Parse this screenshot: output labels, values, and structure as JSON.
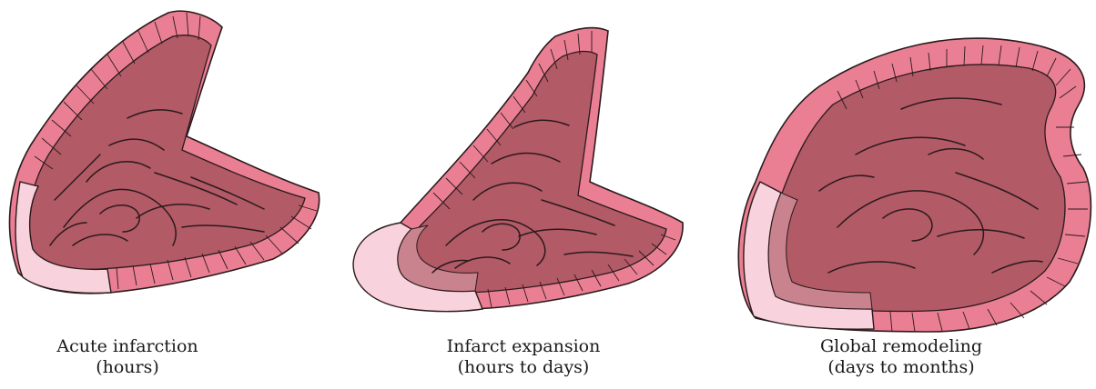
{
  "colors": {
    "wall": "#ea7f93",
    "wall_light": "#f3a9b8",
    "cavity": "#b25a66",
    "cavity_dark": "#9b4956",
    "infarct": "#f8d2dc",
    "infarct_shadow": "#c9838f",
    "outline": "#2a1a1c",
    "text": "#1a1a1a"
  },
  "panels": [
    {
      "id": "acute",
      "caption_line1": "Acute infarction",
      "caption_line2": "(hours)"
    },
    {
      "id": "expansion",
      "caption_line1": "Infarct expansion",
      "caption_line2": "(hours to days)"
    },
    {
      "id": "remodeling",
      "caption_line1": "Global remodeling",
      "caption_line2": "(days to months)"
    }
  ]
}
